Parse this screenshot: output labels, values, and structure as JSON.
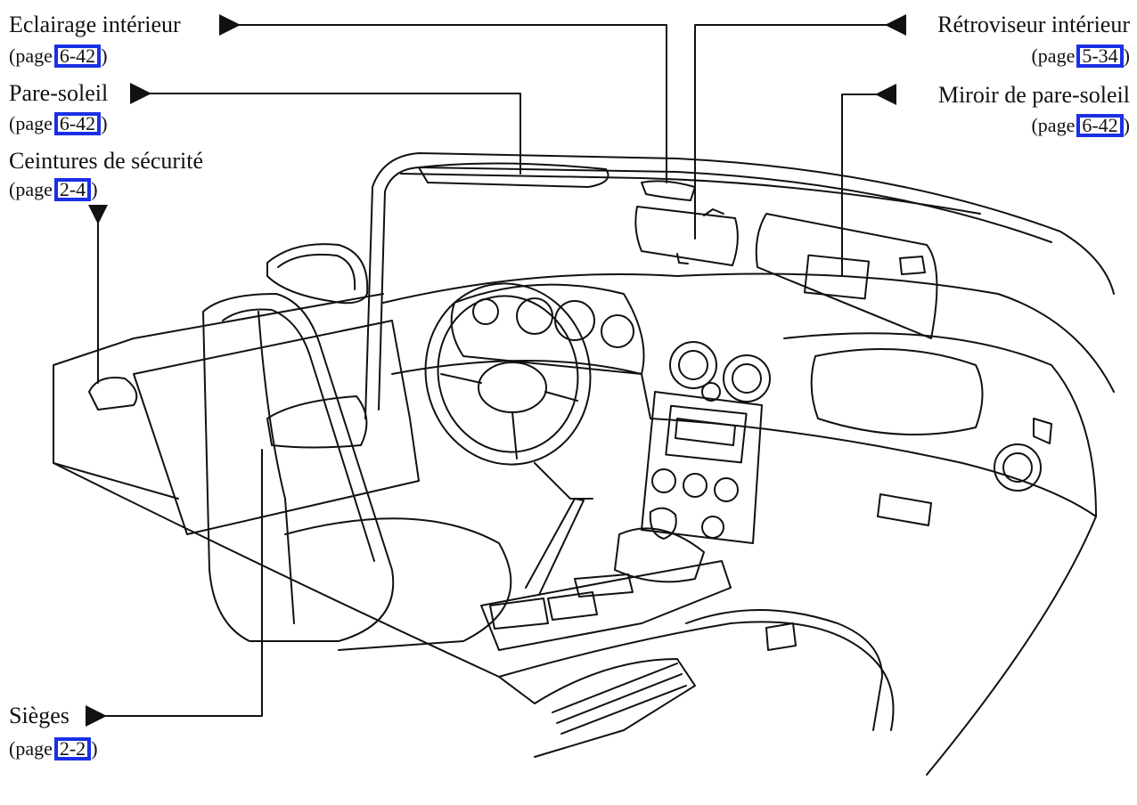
{
  "labels": {
    "eclairage": {
      "name": "Eclairage intérieur",
      "page_prefix": "(page",
      "page_ref": "6-42",
      "page_suffix": ")"
    },
    "pare_soleil": {
      "name": "Pare-soleil",
      "page_prefix": "(page",
      "page_ref": "6-42",
      "page_suffix": ")"
    },
    "ceintures": {
      "name": "Ceintures de sécurité",
      "page_prefix": "(page",
      "page_ref": "2-4",
      "page_suffix": ")"
    },
    "sieges": {
      "name": "Sièges",
      "page_prefix": "(page",
      "page_ref": "2-2",
      "page_suffix": ")"
    },
    "retroviseur": {
      "name": "Rétroviseur intérieur",
      "page_prefix": "(page",
      "page_ref": "5-34",
      "page_suffix": ")"
    },
    "miroir": {
      "name": "Miroir de pare-soleil",
      "page_prefix": "(page",
      "page_ref": "6-42",
      "page_suffix": ")"
    }
  },
  "colors": {
    "link_box": "#1a2fe6",
    "line": "#111111"
  }
}
